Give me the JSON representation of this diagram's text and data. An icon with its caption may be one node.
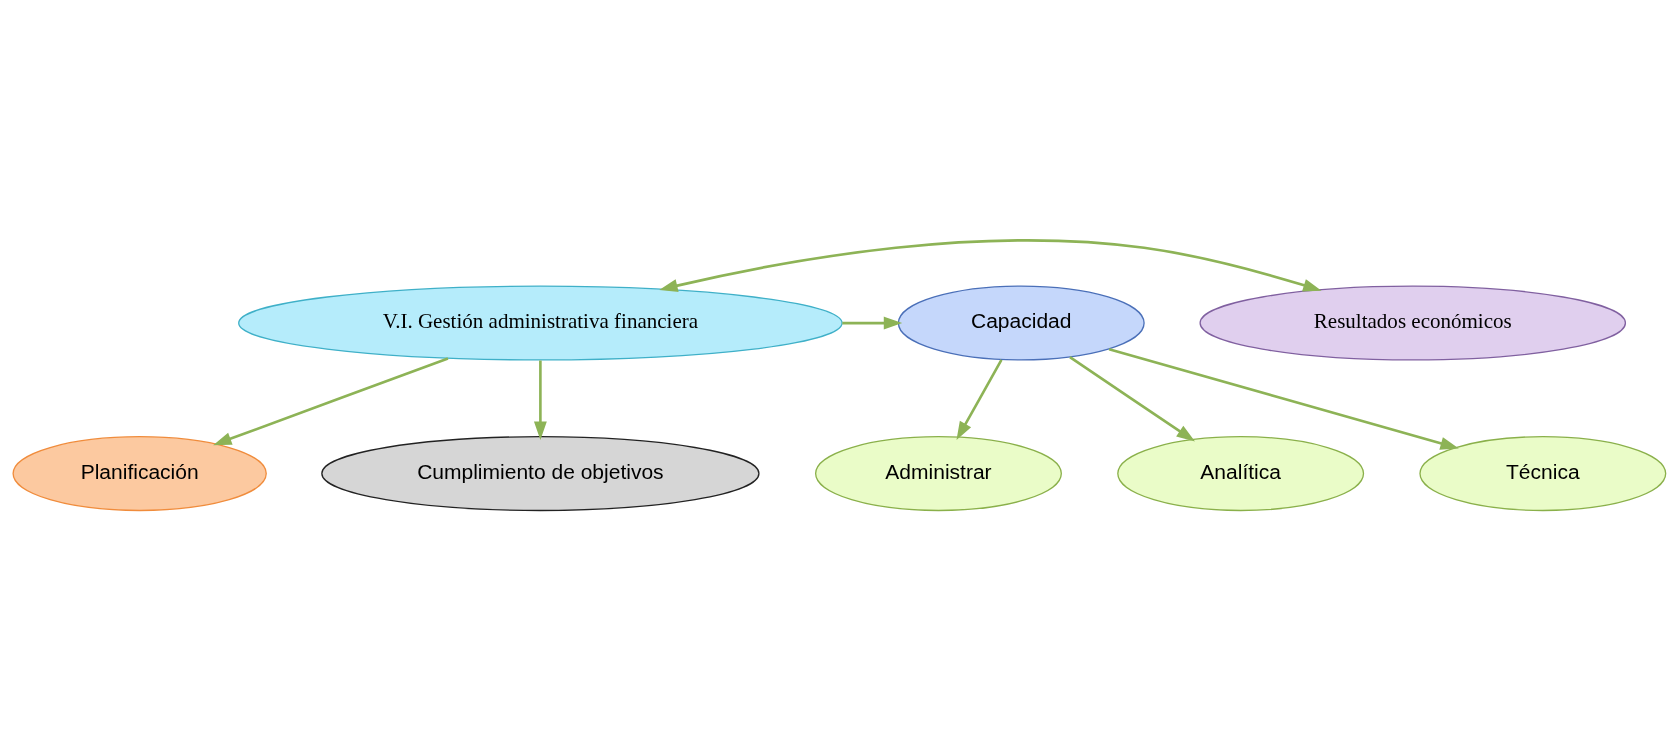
{
  "diagram": {
    "nodes": [
      {
        "text": [
          "V.I. Gestión administrativa financiera"
        ]
      },
      {
        "text": [
          "Planificación"
        ]
      },
      {
        "text": [
          "Cumplimiento de objetivos"
        ]
      },
      {
        "text": [
          "Resultados económicos"
        ]
      },
      {
        "text": [
          "Capacidad"
        ]
      },
      {
        "text": [
          "Administrar"
        ]
      },
      {
        "text": [
          "Analítica"
        ]
      },
      {
        "text": [
          "Técnica"
        ]
      }
    ],
    "edges": [
      {
        "from": 0,
        "to": 1,
        "arrow": "to"
      },
      {
        "from": 0,
        "to": 2,
        "arrow": "to"
      },
      {
        "from": 0,
        "to": 3,
        "arrow": "both"
      },
      {
        "from": 0,
        "to": 4,
        "arrow": "to"
      },
      {
        "from": 4,
        "to": 5,
        "arrow": "to"
      },
      {
        "from": 4,
        "to": 6,
        "arrow": "to"
      },
      {
        "from": 4,
        "to": 7,
        "arrow": "to"
      }
    ]
  }
}
